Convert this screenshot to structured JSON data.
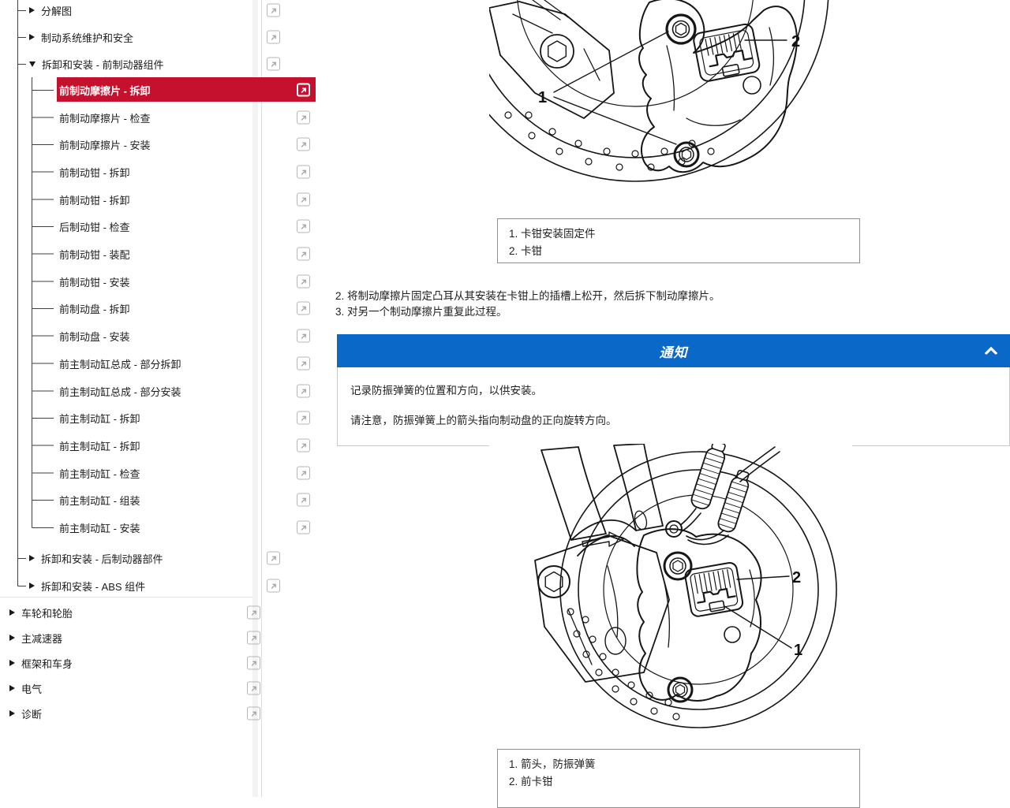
{
  "accent": {
    "selected_red": "#c5102e",
    "notice_blue": "#0968c8"
  },
  "icons": {
    "external_link": "arrow-up-right-box",
    "branch_collapsed": "triangle-right",
    "branch_expanded": "triangle-down",
    "notice_toggle": "chevron-up"
  },
  "sidebar": {
    "items": [
      {
        "label": "分解图",
        "depth": 1,
        "type": "branch",
        "expanded": false
      },
      {
        "label": "制动系统维护和安全",
        "depth": 1,
        "type": "branch",
        "expanded": false
      },
      {
        "label": "拆卸和安装 - 前制动器组件",
        "depth": 1,
        "type": "branch",
        "expanded": true
      },
      {
        "label": "前制动摩擦片 - 拆卸",
        "depth": 2,
        "type": "leaf",
        "selected": true
      },
      {
        "label": "前制动摩擦片 - 检查",
        "depth": 2,
        "type": "leaf"
      },
      {
        "label": "前制动摩擦片 - 安装",
        "depth": 2,
        "type": "leaf"
      },
      {
        "label": "前制动钳 - 拆卸",
        "depth": 2,
        "type": "leaf"
      },
      {
        "label": "前制动钳 - 拆卸",
        "depth": 2,
        "type": "leaf"
      },
      {
        "label": "后制动钳 - 检查",
        "depth": 2,
        "type": "leaf"
      },
      {
        "label": "前制动钳 - 装配",
        "depth": 2,
        "type": "leaf"
      },
      {
        "label": "前制动钳 - 安装",
        "depth": 2,
        "type": "leaf"
      },
      {
        "label": "前制动盘 - 拆卸",
        "depth": 2,
        "type": "leaf"
      },
      {
        "label": "前制动盘 - 安装",
        "depth": 2,
        "type": "leaf"
      },
      {
        "label": "前主制动缸总成 - 部分拆卸",
        "depth": 2,
        "type": "leaf"
      },
      {
        "label": "前主制动缸总成 - 部分安装",
        "depth": 2,
        "type": "leaf"
      },
      {
        "label": "前主制动缸 - 拆卸",
        "depth": 2,
        "type": "leaf"
      },
      {
        "label": "前主制动缸 - 拆卸",
        "depth": 2,
        "type": "leaf"
      },
      {
        "label": "前主制动缸 - 检查",
        "depth": 2,
        "type": "leaf"
      },
      {
        "label": "前主制动缸 - 组装",
        "depth": 2,
        "type": "leaf"
      },
      {
        "label": "前主制动缸 - 安装",
        "depth": 2,
        "type": "leaf"
      },
      {
        "label": "拆卸和安装 - 后制动器部件",
        "depth": 1,
        "type": "branch",
        "expanded": false
      },
      {
        "label": "拆卸和安装 - ABS 组件",
        "depth": 1,
        "type": "branch",
        "expanded": false
      },
      {
        "label": "车轮和轮胎",
        "depth": 0,
        "type": "branch",
        "expanded": false
      },
      {
        "label": "主减速器",
        "depth": 0,
        "type": "branch",
        "expanded": false
      },
      {
        "label": "框架和车身",
        "depth": 0,
        "type": "branch",
        "expanded": false
      },
      {
        "label": "电气",
        "depth": 0,
        "type": "branch",
        "expanded": false
      },
      {
        "label": "诊断",
        "depth": 0,
        "type": "branch",
        "expanded": false
      }
    ]
  },
  "content": {
    "figure1": {
      "callout_1": "1",
      "callout_2": "2"
    },
    "legend1": {
      "line1": "1. 卡钳安装固定件",
      "line2": "2. 卡钳"
    },
    "steps": {
      "step2": "2. 将制动摩擦片固定凸耳从其安装在卡钳上的插槽上松开，然后拆下制动摩擦片。",
      "step3": "3. 对另一个制动摩擦片重复此过程。"
    },
    "notice": {
      "title": "通知",
      "line1": "记录防振弹簧的位置和方向，以供安装。",
      "line2": "请注意，防振弹簧上的箭头指向制动盘的正向旋转方向。"
    },
    "figure2": {
      "callout_1": "1",
      "callout_2": "2"
    },
    "legend2": {
      "line1": "1. 箭头，防振弹簧",
      "line2": "2. 前卡钳"
    }
  }
}
